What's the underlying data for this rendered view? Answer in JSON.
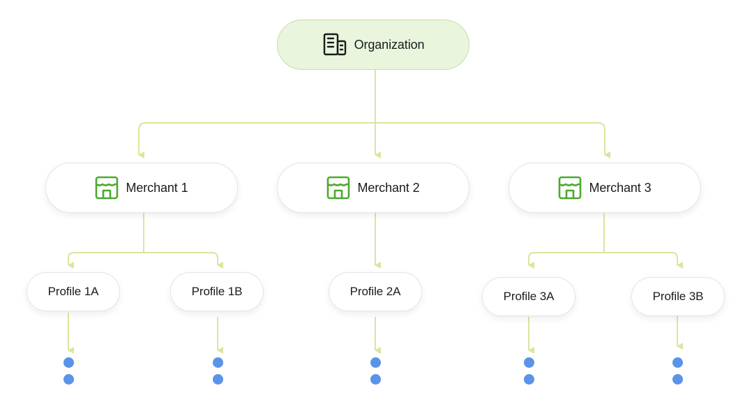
{
  "colors": {
    "connector": "#d6e89c",
    "org_fill": "#e9f5dc",
    "org_border": "#c6e0a6",
    "merchant_icon": "#4caa2c",
    "dot": "#5b93e8"
  },
  "organization": {
    "label": "Organization",
    "icon": "building-icon"
  },
  "merchants": [
    {
      "label": "Merchant 1",
      "icon": "storefront-icon",
      "profiles": [
        {
          "label": "Profile 1A"
        },
        {
          "label": "Profile 1B"
        }
      ]
    },
    {
      "label": "Merchant 2",
      "icon": "storefront-icon",
      "profiles": [
        {
          "label": "Profile 2A"
        }
      ]
    },
    {
      "label": "Merchant 3",
      "icon": "storefront-icon",
      "profiles": [
        {
          "label": "Profile 3A"
        },
        {
          "label": "Profile 3B"
        }
      ]
    }
  ]
}
